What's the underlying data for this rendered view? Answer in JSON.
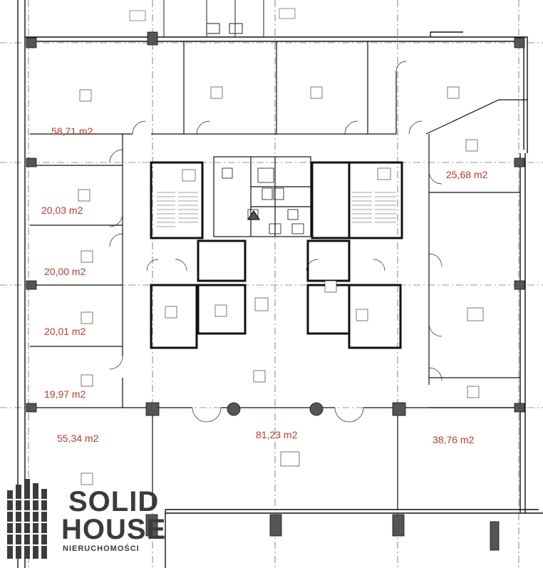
{
  "areas": [
    {
      "id": "a1",
      "label": "58,71 m2"
    },
    {
      "id": "a2",
      "label": "20,03 m2"
    },
    {
      "id": "a3",
      "label": "20,00 m2"
    },
    {
      "id": "a4",
      "label": "20,01 m2"
    },
    {
      "id": "a5",
      "label": "19,97 m2"
    },
    {
      "id": "a6",
      "label": "55,34 m2"
    },
    {
      "id": "a7",
      "label": "81,23 m2"
    },
    {
      "id": "a8",
      "label": "25,68 m2"
    },
    {
      "id": "a9",
      "label": "38,76 m2"
    }
  ],
  "brand": {
    "line1": "SOLID",
    "line2": "HOUSE",
    "tagline": "NIERUCHOMOŚCI"
  },
  "colors": {
    "area_text": "#c0392b",
    "wall": "#111111",
    "column": "#555555",
    "logo": "#3b3b3b"
  }
}
